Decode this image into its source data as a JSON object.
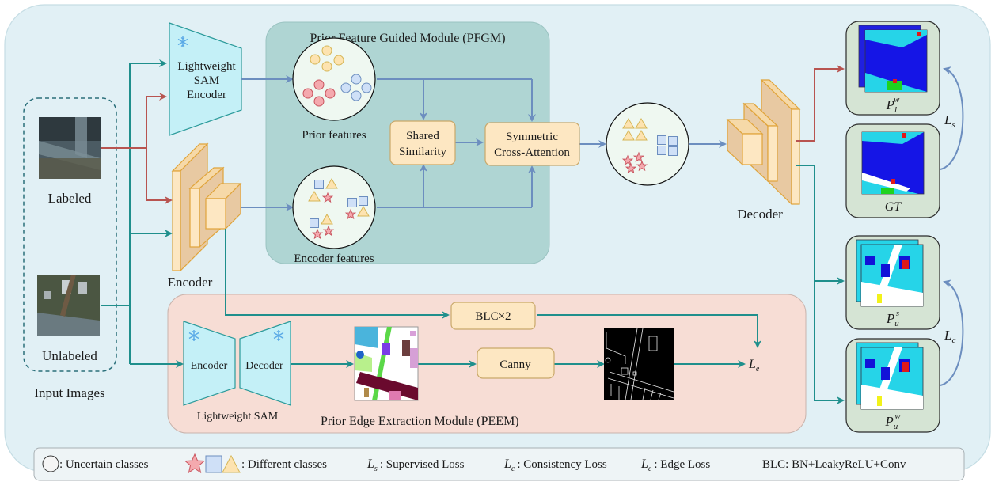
{
  "inputs": {
    "group_label": "Input Images",
    "labeled": "Labeled",
    "unlabeled": "Unlabeled"
  },
  "sam_encoder": {
    "line1": "Lightweight",
    "line2": "SAM",
    "line3": "Encoder",
    "frozen_icon": "snowflake-icon"
  },
  "encoder": {
    "label": "Encoder"
  },
  "decoder": {
    "label": "Decoder"
  },
  "pfgm": {
    "title": "Prior Feature Guided Module (PFGM)",
    "prior_features": "Prior features",
    "encoder_features": "Encoder features",
    "shared_similarity_1": "Shared",
    "shared_similarity_2": "Similarity",
    "cross_attention_1": "Symmetric",
    "cross_attention_2": "Cross-Attention"
  },
  "peem": {
    "title": "Prior Edge Extraction Module (PEEM)",
    "sam_encoder": "Encoder",
    "sam_decoder": "Decoder",
    "sam_label": "Lightweight SAM",
    "blc": "BLC×2",
    "canny": "Canny",
    "edge_loss": "L",
    "edge_loss_sub": "e"
  },
  "outputs": {
    "p_l_w": {
      "base": "P",
      "sub": "l",
      "sup": "w"
    },
    "gt": "GT",
    "p_u_s": {
      "base": "P",
      "sub": "u",
      "sup": "s"
    },
    "p_u_w": {
      "base": "P",
      "sub": "u",
      "sup": "w"
    },
    "ls": {
      "base": "L",
      "sub": "s"
    },
    "lc": {
      "base": "L",
      "sub": "c"
    }
  },
  "legend": {
    "uncertain": ": Uncertain classes",
    "different": ": Different classes",
    "ls_base": "L",
    "ls_sub": "s",
    "ls_text": ": Supervised Loss",
    "lc_base": "L",
    "lc_sub": "c",
    "lc_text": ": Consistency Loss",
    "le_base": "L",
    "le_sub": "e",
    "le_text": ":  Edge Loss",
    "blc_text": "BLC:  BN+LeakyReLU+Conv"
  },
  "colors": {
    "background": "#e1f0f5",
    "pfgm_bg": "#afd5d3",
    "peem_bg": "#f7ddd5",
    "teal_arrow": "#1f8f8c",
    "red_arrow": "#b85450",
    "blue_arrow": "#6c8ebf",
    "sam_fill": "#c4f0f7",
    "block_fill": "#fde7c2",
    "output_card": "#d5e4d4"
  }
}
